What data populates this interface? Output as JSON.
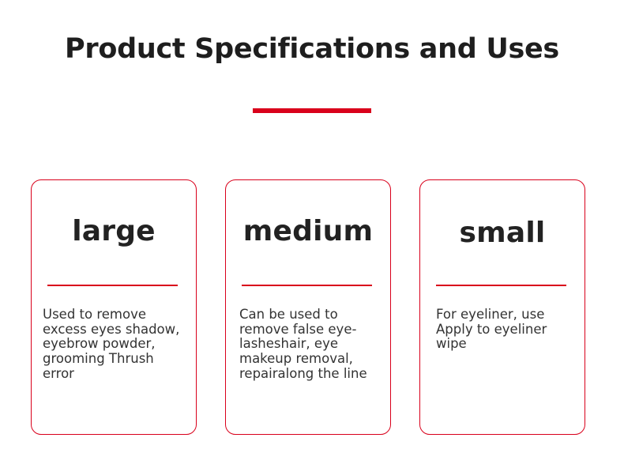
{
  "page": {
    "title": "Product Specifications and Uses",
    "accent_color": "#d9001b"
  },
  "cards": [
    {
      "heading": "large",
      "description": "Used to remove excess eyes shadow, eyebrow powder, grooming Thrush error"
    },
    {
      "heading": "medium",
      "description": "Can be used to remove false eye-lasheshair, eye makeup removal, repairalong the line"
    },
    {
      "heading": "small",
      "description": "For eyeliner, use Apply to eyeliner wipe"
    }
  ]
}
